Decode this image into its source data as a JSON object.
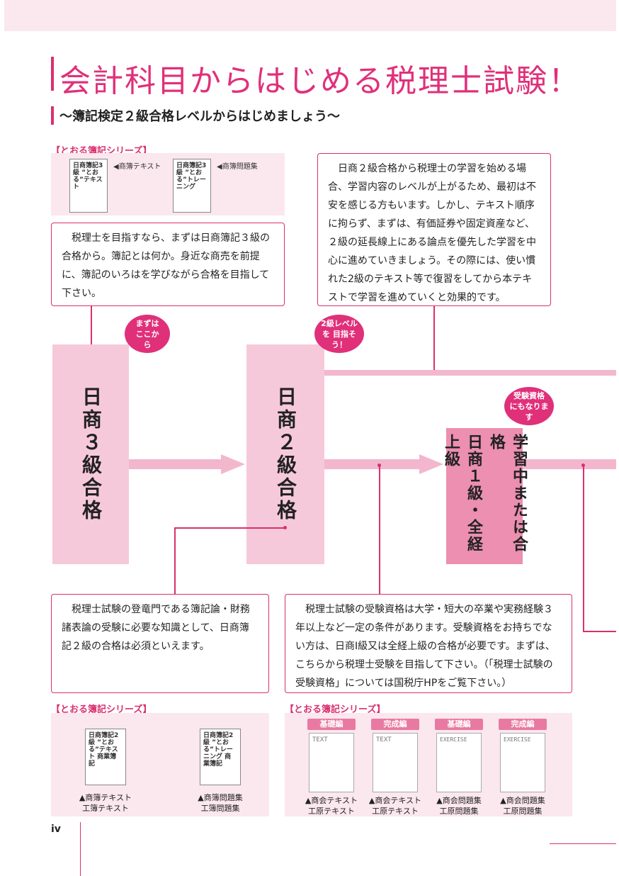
{
  "title": "会計科目からはじめる税理士試験！",
  "subtitle": "〜簿記検定２級合格レベルからはじめましょう〜",
  "series_label": "【とおる簿記シリーズ】",
  "top_books": [
    {
      "cover": "日商簿記3級 ”とおる”テキスト",
      "mark": "◀商簿テキスト"
    },
    {
      "cover": "日商簿記3級 ”とおる”トレーニング",
      "mark": "◀商簿問題集"
    }
  ],
  "notes": {
    "n1": "税理士を目指すなら、まずは日商簿記３級の合格から。簿記とは何か。身近な商売を前提に、簿記のいろはを学びながら合格を目指して下さい。",
    "n2": "日商２級合格から税理士の学習を始める場合、学習内容のレベルが上がるため、最初は不安を感じる方もいます。しかし、テキスト順序に拘らず、まずは、有価証券や固定資産など、２級の延長線上にある論点を優先した学習を中心に進めていきましょう。その際には、使い慣れた2級のテキスト等で復習をしてから本テキストで学習を進めていくと効果的です。",
    "n3": "税理士試験の登竜門である簿記論・財務諸表論の受験に必要な知識として、日商簿記２級の合格は必須といえます。",
    "n4": "税理士試験の受験資格は大学・短大の卒業や実務経験３年以上など一定の条件があります。受験資格をお持ちでない方は、日商Ⅰ級又は全経上級の合格が必要です。まずは、こちらから税理士受験を目指して下さい。（「税理士試験の受験資格」については国税庁HPをご覧下さい。）"
  },
  "bubbles": {
    "b1": "まずは ここから",
    "b2": "2級レベルを 目指そう！",
    "b3": "受験資格 にもなります"
  },
  "stages": {
    "s1": "日商３級合格",
    "s2": "日商２級合格",
    "s3a": "日商１級・全経上級",
    "s3b": "学習中または合格"
  },
  "bottom_left_books": [
    {
      "cover": "日商簿記2級 ”とおる”テキスト 商業簿記",
      "c1": "▲商簿テキスト",
      "c2": "工簿テキスト"
    },
    {
      "cover": "日商簿記2級 ”とおる”トレーニング 商業簿記",
      "c1": "▲商簿問題集",
      "c2": "工簿問題集"
    }
  ],
  "bottom_right_books": [
    {
      "tag": "基礎編",
      "cover": "TEXT",
      "c1": "▲商会テキスト",
      "c2": "工原テキスト"
    },
    {
      "tag": "完成編",
      "cover": "TEXT",
      "c1": "▲商会テキスト",
      "c2": "工原テキスト"
    },
    {
      "tag": "基礎編",
      "cover": "EXERCISE",
      "c1": "▲商会問題集",
      "c2": "工原問題集"
    },
    {
      "tag": "完成編",
      "cover": "EXERCISE",
      "c1": "▲商会問題集",
      "c2": "工原問題集"
    }
  ],
  "page_number": "iv",
  "colors": {
    "accent": "#d9306f",
    "stage": "#f6c9da",
    "band": "#f3b7cd"
  }
}
